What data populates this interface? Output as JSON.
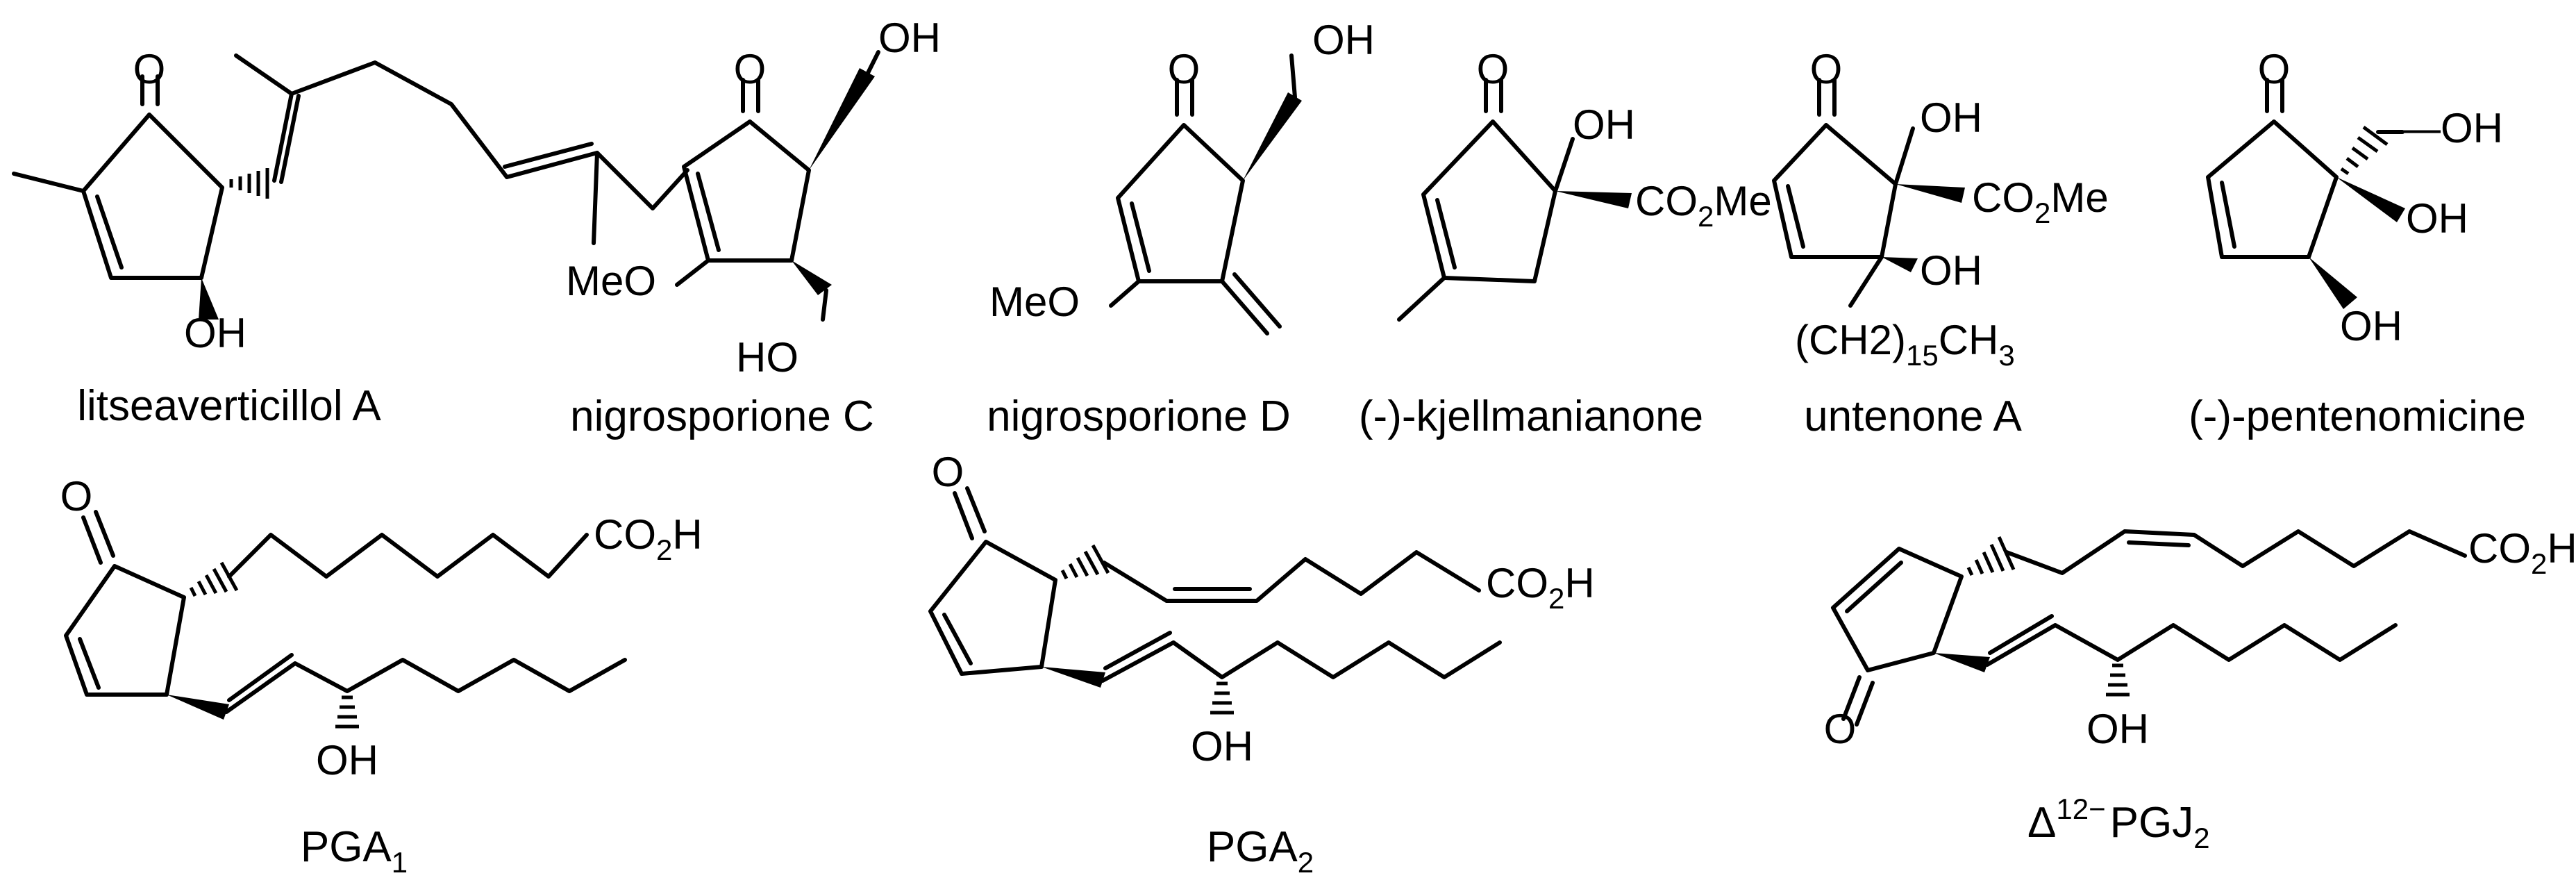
{
  "compounds": {
    "litseaverticillol_a": {
      "name": "litseaverticillol A",
      "atoms": {
        "o": "O",
        "oh": "OH"
      }
    },
    "nigrosporione_c": {
      "name": "nigrosporione C",
      "atoms": {
        "o": "O",
        "oh_top": "OH",
        "meo": "MeO",
        "ho_bottom": "HO"
      }
    },
    "nigrosporione_d": {
      "name": "nigrosporione D",
      "atoms": {
        "o": "O",
        "oh": "OH",
        "meo": "MeO"
      }
    },
    "kjellmanianone": {
      "name": "(-)-kjellmanianone",
      "atoms": {
        "o": "O",
        "oh": "OH",
        "ester": "CO",
        "ester_sub": "2",
        "ester_tail": "Me"
      }
    },
    "untenone_a": {
      "name": "untenone A",
      "atoms": {
        "o": "O",
        "oh_top": "OH",
        "ester": "CO",
        "ester_sub": "2",
        "ester_tail": "Me",
        "oh_mid": "OH",
        "chain": "(CH2)",
        "chain_sub": "15",
        "chain_tail": "CH",
        "chain_tail_sub": "3"
      }
    },
    "pentenomicine": {
      "name": "(-)-pentenomicine",
      "atoms": {
        "o": "O",
        "oh_chain": "—OH",
        "oh_mid": "OH",
        "oh_low": "OH"
      }
    },
    "pga1": {
      "name_main": "PGA",
      "name_sub": "1",
      "atoms": {
        "o": "O",
        "acid": "CO",
        "acid_sub": "2",
        "acid_tail": "H",
        "oh": "OH"
      }
    },
    "pga2": {
      "name_main": "PGA",
      "name_sub": "2",
      "atoms": {
        "o": "O",
        "acid": "CO",
        "acid_sub": "2",
        "acid_tail": "H",
        "oh": "OH"
      }
    },
    "pgj2": {
      "name_delta": "Δ",
      "name_sup": "12−",
      "name_main": "PGJ",
      "name_sub": "2",
      "atoms": {
        "o": "O",
        "acid": "CO",
        "acid_sub": "2",
        "acid_tail": "H",
        "oh": "OH"
      }
    }
  }
}
